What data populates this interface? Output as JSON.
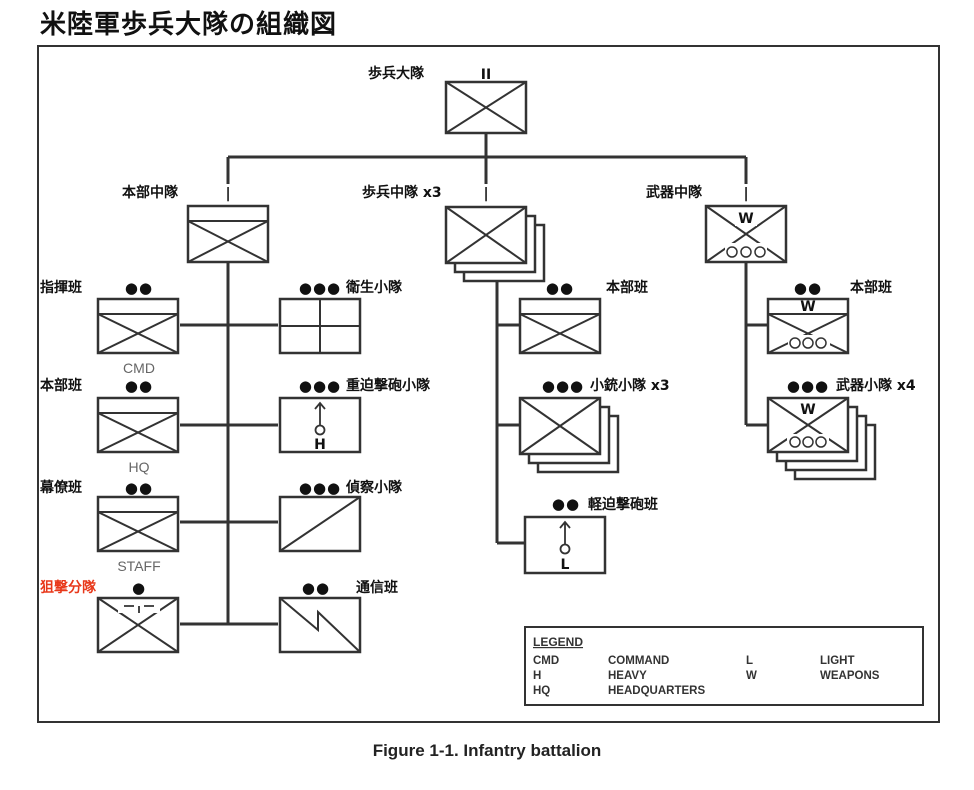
{
  "title": "米陸軍歩兵大隊の組織図",
  "caption": "Figure 1-1. Infantry battalion",
  "battalion": {
    "label": "歩兵大隊",
    "echelon": "II"
  },
  "companies": {
    "hq": {
      "label": "本部中隊",
      "echelon": "|"
    },
    "infantry": {
      "label": "歩兵中隊 x3",
      "echelon": "|"
    },
    "weapons": {
      "label": "武器中隊",
      "echelon": "|",
      "symbol_letter": "W"
    }
  },
  "hq_company_units": {
    "command_section": {
      "label": "指揮班",
      "echelon": "●●",
      "sublabel": "CMD"
    },
    "hq_section": {
      "label": "本部班",
      "echelon": "●●",
      "sublabel": "HQ"
    },
    "staff_section": {
      "label": "幕僚班",
      "echelon": "●●",
      "sublabel": "STAFF"
    },
    "sniper_squad": {
      "label": "狙撃分隊",
      "echelon": "●",
      "highlight_color": "#e8381a"
    },
    "medical_platoon": {
      "label": "衛生小隊",
      "echelon": "●●●"
    },
    "heavy_mortar_platoon": {
      "label": "重迫撃砲小隊",
      "echelon": "●●●",
      "symbol_letter": "H"
    },
    "scout_platoon": {
      "label": "偵察小隊",
      "echelon": "●●●"
    },
    "signal_section": {
      "label": "通信班",
      "echelon": "●●"
    }
  },
  "infantry_company_units": {
    "hq_section": {
      "label": "本部班",
      "echelon": "●●"
    },
    "rifle_platoon": {
      "label": "小銃小隊 x3",
      "echelon": "●●●"
    },
    "light_mortar_section": {
      "label": "軽迫撃砲班",
      "echelon": "●●",
      "symbol_letter": "L"
    }
  },
  "weapons_company_units": {
    "hq_section": {
      "label": "本部班",
      "echelon": "●●",
      "symbol_letter": "W"
    },
    "weapons_platoon": {
      "label": "武器小隊 x4",
      "echelon": "●●●",
      "symbol_letter": "W"
    }
  },
  "legend": {
    "title": "LEGEND",
    "entries": [
      {
        "abbr": "CMD",
        "meaning": "COMMAND"
      },
      {
        "abbr": "H",
        "meaning": "HEAVY"
      },
      {
        "abbr": "HQ",
        "meaning": "HEADQUARTERS"
      },
      {
        "abbr": "L",
        "meaning": "LIGHT"
      },
      {
        "abbr": "W",
        "meaning": "WEAPONS"
      }
    ]
  }
}
